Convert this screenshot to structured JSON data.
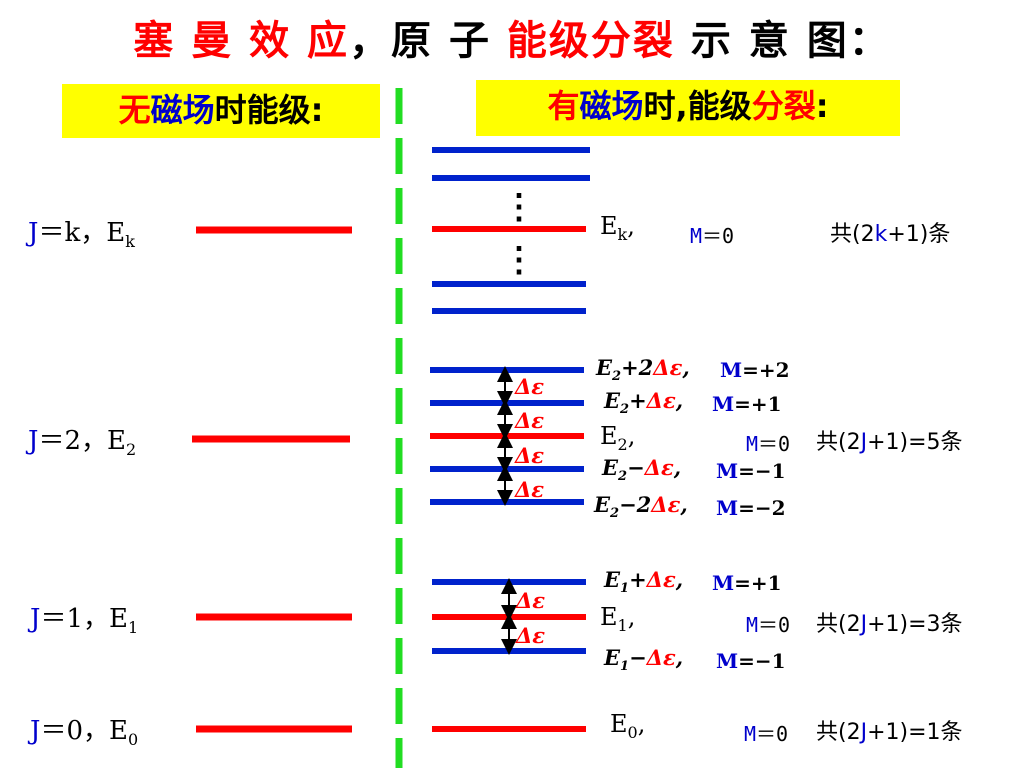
{
  "title": {
    "part1": "塞 曼 效 应",
    "part2": "，原 子 ",
    "part3": "能级分裂",
    "part4": " 示 意 图："
  },
  "left_header": {
    "part1": "无",
    "part2": "磁场",
    "part3": "时能级:"
  },
  "right_header": {
    "part1": "有",
    "part2": "磁场",
    "part3": "时,能级",
    "part4": "分裂",
    "part5": ":"
  },
  "colors": {
    "red": "#ff0000",
    "blue": "#0022cc",
    "green": "#22dd22",
    "yellow": "#ffff00"
  },
  "levels": {
    "jk": {
      "j": "J",
      "eq": "＝k，E",
      "sub": "k"
    },
    "j2": {
      "j": "J",
      "eq": "＝2，E",
      "sub": "2"
    },
    "j1": {
      "j": "J",
      "eq": "＝1，E",
      "sub": "1"
    },
    "j0": {
      "j": "J",
      "eq": "＝0，E",
      "sub": "0"
    }
  },
  "right": {
    "ek": {
      "e": "E",
      "sub": "k",
      "comma": ",",
      "m": "M",
      "mval": "＝0",
      "count_pre": "共(2",
      "count_var": "k",
      "count_post": "+1)条",
      "dots": "⋮"
    },
    "e2": {
      "p2": {
        "e": "E",
        "sub": "2",
        "op": "+2",
        "de": "Δε",
        "comma": ",",
        "m": "M",
        "mval": "=+2"
      },
      "p1": {
        "e": "E",
        "sub": "2",
        "op": "+",
        "de": "Δε",
        "comma": ",",
        "m": "M",
        "mval": "=+1"
      },
      "z": {
        "e": "E",
        "sub": "2",
        "comma": ",",
        "m": "M",
        "mval": "＝0",
        "count_pre": "共(2",
        "count_var": "J",
        "count_post": "+1)=5条"
      },
      "m1": {
        "e": "E",
        "sub": "2",
        "op": "−",
        "de": "Δε",
        "comma": ",",
        "m": "M",
        "mval": "=−1"
      },
      "m2": {
        "e": "E",
        "sub": "2",
        "op": "−2",
        "de": "Δε",
        "comma": ",",
        "m": "M",
        "mval": "=−2"
      }
    },
    "e1": {
      "p1": {
        "e": "E",
        "sub": "1",
        "op": "+",
        "de": "Δε",
        "comma": ",",
        "m": "M",
        "mval": "=+1"
      },
      "z": {
        "e": "E",
        "sub": "1",
        "comma": ",",
        "m": "M",
        "mval": "＝0",
        "count_pre": "共(2",
        "count_var": "J",
        "count_post": "+1)=3条"
      },
      "m1": {
        "e": "E",
        "sub": "1",
        "op": "−",
        "de": "Δε",
        "comma": ",",
        "m": "M",
        "mval": "=−1"
      }
    },
    "e0": {
      "e": "E",
      "sub": "0",
      "comma": ",",
      "m": "M",
      "mval": "＝0",
      "count_pre": "共(2",
      "count_var": "J",
      "count_post": "+1)=1条"
    }
  },
  "delta_label": "Δε"
}
